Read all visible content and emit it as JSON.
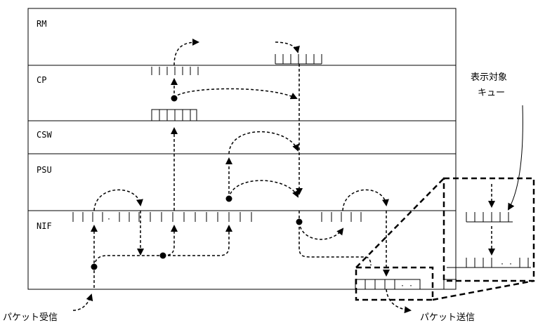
{
  "layers": [
    {
      "id": "rm",
      "label": "RM"
    },
    {
      "id": "cp",
      "label": "CP"
    },
    {
      "id": "csw",
      "label": "CSW"
    },
    {
      "id": "psu",
      "label": "PSU"
    },
    {
      "id": "nif",
      "label": "NIF"
    }
  ],
  "annotations": {
    "packet_receive": "パケット受信",
    "packet_send": "パケット送信",
    "display_target_line1": "表示対象",
    "display_target_line2": "キュー"
  }
}
